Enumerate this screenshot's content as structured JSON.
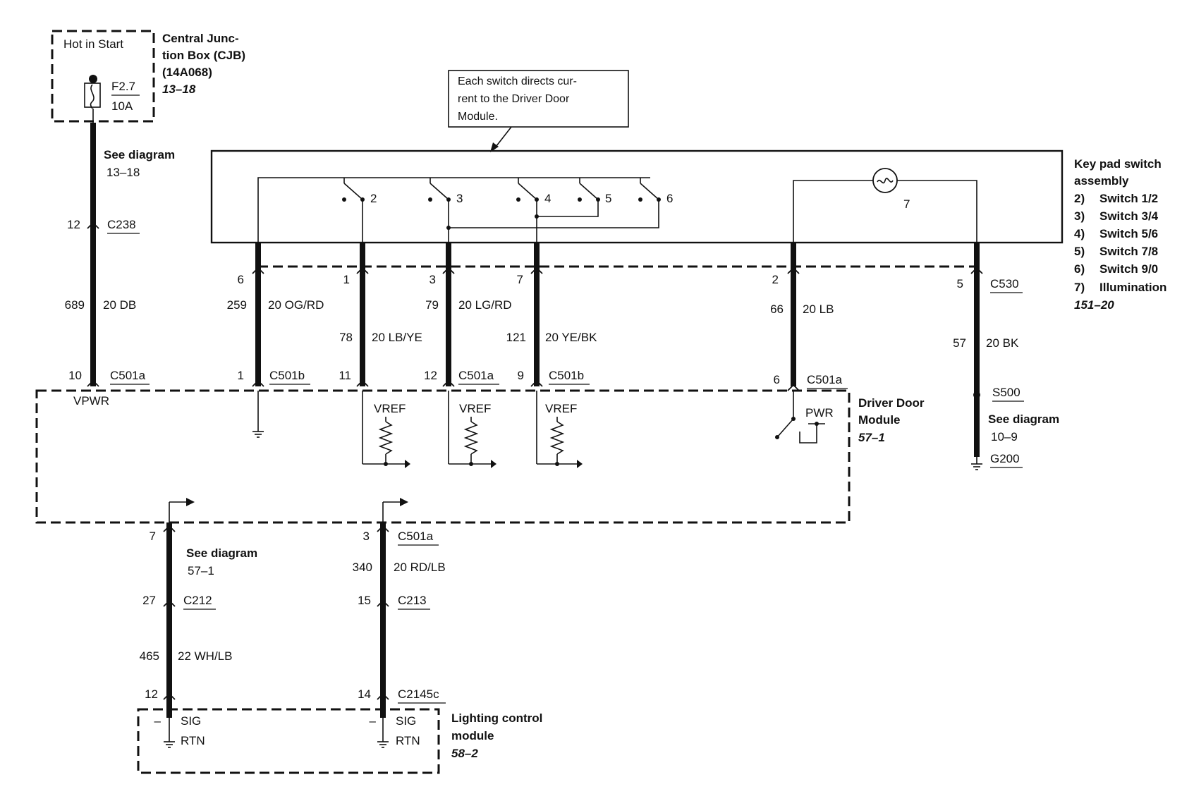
{
  "cjb": {
    "hot_label": "Hot in Start",
    "fuse_id": "F2.7",
    "fuse_rating": "10A",
    "title_line1": "Central Junc-",
    "title_line2": "tion Box (CJB)",
    "part_no": "(14A068)",
    "ref": "13–18"
  },
  "vpwr_wire": {
    "see_diagram": "See diagram",
    "see_ref": "13–18",
    "pin_top": "12",
    "connector_top": "C238",
    "circuit": "689",
    "gauge_color": "20 DB",
    "pin_bottom": "10",
    "connector_bottom": "C501a"
  },
  "callout_text": [
    "Each switch directs cur-",
    "rent to the Driver Door",
    "Module."
  ],
  "keypad": {
    "switch_numbers": [
      "2",
      "3",
      "4",
      "5",
      "6"
    ],
    "illumination_number": "7",
    "title_line1": "Key pad switch",
    "title_line2": "assembly",
    "legend": [
      {
        "num": "2)",
        "text": "Switch 1/2"
      },
      {
        "num": "3)",
        "text": "Switch 3/4"
      },
      {
        "num": "4)",
        "text": "Switch 5/6"
      },
      {
        "num": "5)",
        "text": "Switch 7/8"
      },
      {
        "num": "6)",
        "text": "Switch 9/0"
      },
      {
        "num": "7)",
        "text": "Illumination"
      }
    ],
    "ref": "151–20"
  },
  "keypad_wires": [
    {
      "pin_top": "6",
      "circuit": "259",
      "gauge_color": "20 OG/RD",
      "pin_bottom": "1",
      "connector_bottom": "C501b"
    },
    {
      "pin_top": "1",
      "circuit": "78",
      "gauge_color": "20 LB/YE",
      "pin_bottom": "11",
      "connector_bottom": ""
    },
    {
      "pin_top": "3",
      "circuit": "79",
      "gauge_color": "20 LG/RD",
      "pin_bottom": "12",
      "connector_bottom": "C501a"
    },
    {
      "pin_top": "7",
      "circuit": "121",
      "gauge_color": "20 YE/BK",
      "pin_bottom": "9",
      "connector_bottom": "C501b"
    },
    {
      "pin_top": "2",
      "circuit": "66",
      "gauge_color": "20 LB",
      "pin_bottom": "6",
      "connector_bottom": "C501a"
    },
    {
      "pin_top": "5",
      "circuit": "57",
      "gauge_color": "20 BK",
      "connector_top": "C530"
    }
  ],
  "ground": {
    "splice": "S500",
    "see_diagram": "See diagram",
    "see_ref": "10–9",
    "ground_id": "G200"
  },
  "ddm": {
    "vpwr": "VPWR",
    "vref": "VREF",
    "pwr": "PWR",
    "title_line1": "Driver Door",
    "title_line2": "Module",
    "ref": "57–1"
  },
  "lcm_wires": [
    {
      "pin_top": "7",
      "see_diagram": "See diagram",
      "see_ref": "57–1",
      "pin_mid": "27",
      "connector_mid": "C212",
      "circuit": "465",
      "gauge_color": "22 WH/LB",
      "pin_bottom": "12"
    },
    {
      "pin_top": "3",
      "connector_top": "C501a",
      "circuit": "340",
      "gauge_color": "20 RD/LB",
      "pin_mid": "15",
      "connector_mid": "C213",
      "pin_bottom": "14",
      "connector_bottom": "C2145c"
    }
  ],
  "lcm": {
    "minus": "–",
    "sig": "SIG",
    "rtn": "RTN",
    "title_line1": "Lighting control",
    "title_line2": "module",
    "ref": "58–2"
  }
}
